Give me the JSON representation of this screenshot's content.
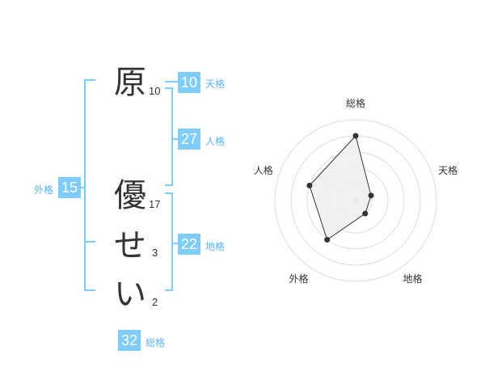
{
  "name": {
    "chars": [
      {
        "char": "原",
        "strokes": "10"
      },
      {
        "char": "優",
        "strokes": "17"
      },
      {
        "char": "せ",
        "strokes": "3"
      },
      {
        "char": "い",
        "strokes": "2"
      }
    ]
  },
  "kakusu": {
    "tenkaku": {
      "value": "10",
      "label": "天格"
    },
    "jinkaku": {
      "value": "27",
      "label": "人格"
    },
    "chikaku": {
      "value": "22",
      "label": "地格"
    },
    "gaikaku": {
      "value": "15",
      "label": "外格"
    },
    "soukaku": {
      "value": "32",
      "label": "総格"
    }
  },
  "chart_data": {
    "type": "radar",
    "axes": [
      "総格",
      "天格",
      "地格",
      "外格",
      "人格"
    ],
    "values": [
      4,
      1,
      1,
      3,
      3
    ],
    "rmax": 5,
    "grid_rings": 5,
    "colors": {
      "fill": "#f0f0f0",
      "line": "#333333",
      "grid": "#dddddd",
      "accent": "#7fccff"
    }
  }
}
